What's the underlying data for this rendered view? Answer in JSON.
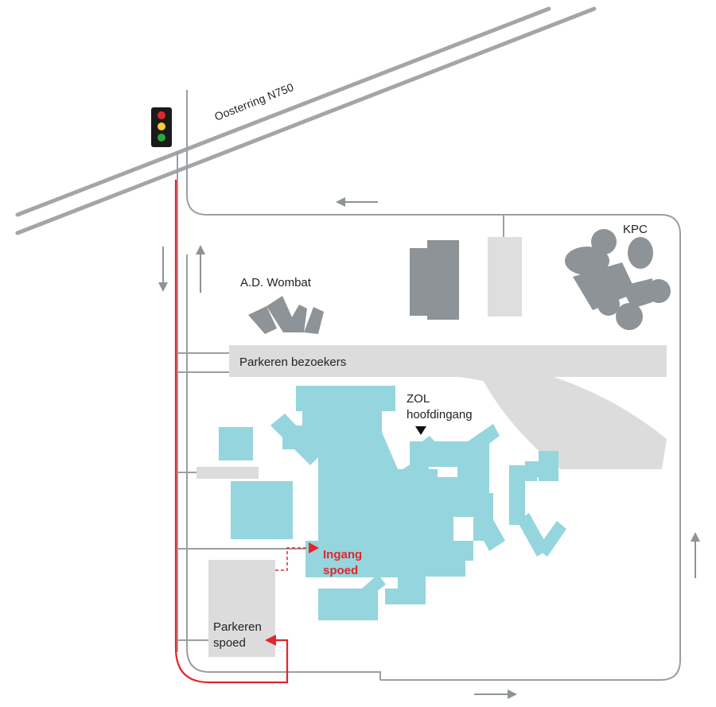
{
  "labels": {
    "road_name": "Oosterring N750",
    "wombat": "A.D. Wombat",
    "kpc": "KPC",
    "parking_visitors": "Parkeren bezoekers",
    "zol_line1": "ZOL",
    "zol_line2": "hoofdingang",
    "emergency_line1": "Ingang",
    "emergency_line2": "spoed",
    "parking_emergency_line1": "Parkeren",
    "parking_emergency_line2": "spoed"
  },
  "colors": {
    "route_red": "#e3262b",
    "road_grey": "#9a9fa3",
    "highway_grey": "#a3a6a8",
    "parking_grey": "#dcdcdc",
    "building_dark": "#8d9396",
    "building_light": "#dedede",
    "hospital_cyan": "#95d5de",
    "traffic_light_body": "#1a1a1a",
    "light_red": "#e3262b",
    "light_yellow": "#f2cf33",
    "light_green": "#29a83d"
  },
  "icons": {
    "traffic_light": "traffic-light-icon",
    "entrance_marker": "triangle-down-icon",
    "direction_arrow": "arrow-icon"
  }
}
